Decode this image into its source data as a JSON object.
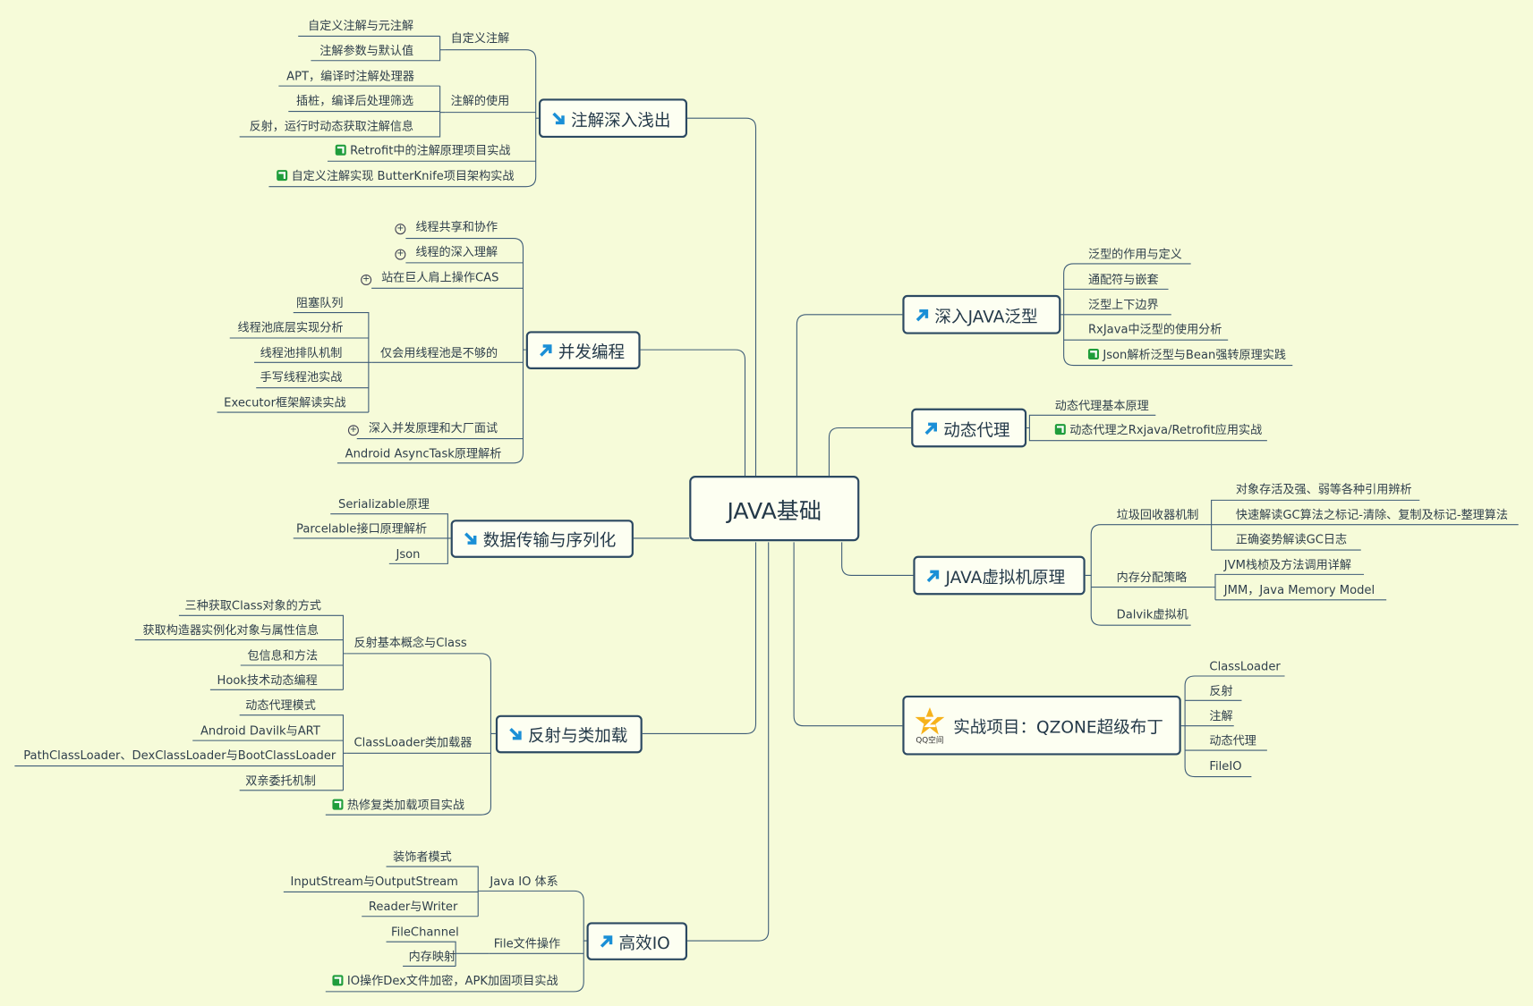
{
  "central": "JAVA基础",
  "topics": {
    "annotation": "注解深入浅出",
    "concurrency": "并发编程",
    "serialization": "数据传输与序列化",
    "reflection": "反射与类加载",
    "io": "高效IO",
    "generics": "深入JAVA泛型",
    "proxy": "动态代理",
    "jvm": "JAVA虚拟机原理",
    "project": "实战项目：QZONE超级布丁",
    "project_logo_text": "QQ空间"
  },
  "annotation": {
    "custom": "自定义注解",
    "custom_items": [
      "自定义注解与元注解",
      "注解参数与默认值"
    ],
    "usage": "注解的使用",
    "usage_items": [
      "APT，编译时注解处理器",
      "插桩，编译后处理筛选",
      "反射，运行时动态获取注解信息"
    ],
    "retrofit": "Retrofit中的注解原理项目实战",
    "butterknife": "自定义注解实现 ButterKnife项目架构实战"
  },
  "concurrency": {
    "items_top": [
      "线程共享和协作",
      "线程的深入理解",
      "站在巨人肩上操作CAS"
    ],
    "pool": "仅会用线程池是不够的",
    "pool_items": [
      "阻塞队列",
      "线程池底层实现分析",
      "线程池排队机制",
      "手写线程池实战",
      "Executor框架解读实战"
    ],
    "interview": "深入并发原理和大厂面试",
    "asynctask": "Android AsyncTask原理解析"
  },
  "serialization": {
    "items": [
      "Serializable原理",
      "Parcelable接口原理解析",
      "Json"
    ]
  },
  "reflection": {
    "basic": "反射基本概念与Class",
    "basic_items": [
      "三种获取Class对象的方式",
      "获取构造器实例化对象与属性信息",
      "包信息和方法",
      "Hook技术动态编程"
    ],
    "loader": "ClassLoader类加载器",
    "loader_items": [
      "动态代理模式",
      "Android Davilk与ART",
      "PathClassLoader、DexClassLoader与BootClassLoader",
      "双亲委托机制"
    ],
    "hotfix": "热修复类加载项目实战"
  },
  "io": {
    "system": "Java IO 体系",
    "system_items": [
      "装饰者模式",
      "InputStream与OutputStream",
      "Reader与Writer"
    ],
    "file": "File文件操作",
    "file_items": [
      "FileChannel",
      "内存映射"
    ],
    "dex": "IO操作Dex文件加密，APK加固项目实战"
  },
  "generics": {
    "items": [
      "泛型的作用与定义",
      "通配符与嵌套",
      "泛型上下边界",
      "RxJava中泛型的使用分析"
    ],
    "json": "Json解析泛型与Bean强转原理实践"
  },
  "proxy": {
    "basic": "动态代理基本原理",
    "rx": "动态代理之Rxjava/Retrofit应用实战"
  },
  "jvm": {
    "gc": "垃圾回收器机制",
    "gc_items": [
      "对象存活及强、弱等各种引用辨析",
      "快速解读GC算法之标记-清除、复制及标记-整理算法",
      "正确姿势解读GC日志"
    ],
    "mem": "内存分配策略",
    "mem_items": [
      "JVM栈桢及方法调用详解",
      "JMM，Java Memory Model"
    ],
    "dalvik": "Dalvik虚拟机"
  },
  "project": {
    "items": [
      "ClassLoader",
      "反射",
      "注解",
      "动态代理",
      "FileIO"
    ]
  },
  "colors": {
    "background": "#f6fbd9",
    "line": "#3f5d78",
    "topic_border": "#2c4962",
    "arrow": "#1a8fd6",
    "marker": "#1f9d3b"
  },
  "icons": {
    "topic_arrow": "arrow-icon",
    "task_marker": "task-marker-icon",
    "expand": "plus-circle-icon",
    "logo": "qzone-logo-icon"
  }
}
